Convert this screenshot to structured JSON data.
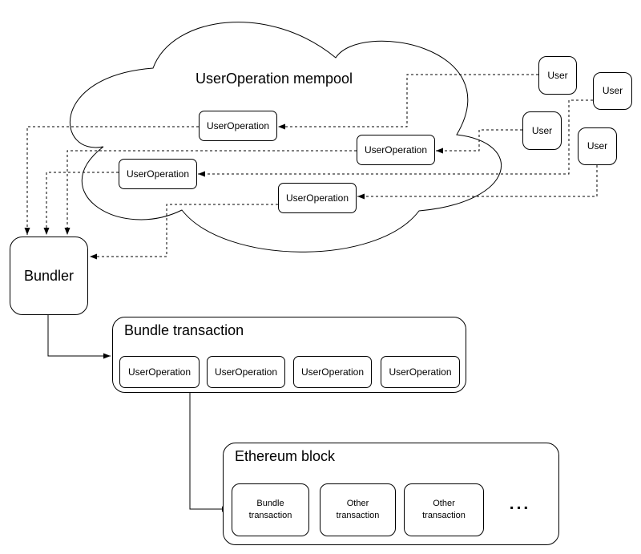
{
  "colors": {
    "stroke": "#000000",
    "fill": "#ffffff"
  },
  "cloud": {
    "title": "UserOperation mempool",
    "operations": [
      {
        "label": "UserOperation"
      },
      {
        "label": "UserOperation"
      },
      {
        "label": "UserOperation"
      },
      {
        "label": "UserOperation"
      }
    ]
  },
  "users": [
    {
      "label": "User"
    },
    {
      "label": "User"
    },
    {
      "label": "User"
    },
    {
      "label": "User"
    }
  ],
  "bundler": {
    "label": "Bundler"
  },
  "bundle_transaction": {
    "title": "Bundle transaction",
    "operations": [
      {
        "label": "UserOperation"
      },
      {
        "label": "UserOperation"
      },
      {
        "label": "UserOperation"
      },
      {
        "label": "UserOperation"
      }
    ]
  },
  "ethereum_block": {
    "title": "Ethereum block",
    "transactions": [
      {
        "label": "Bundle transaction"
      },
      {
        "label": "Other transaction"
      },
      {
        "label": "Other transaction"
      }
    ],
    "ellipsis": "..."
  }
}
